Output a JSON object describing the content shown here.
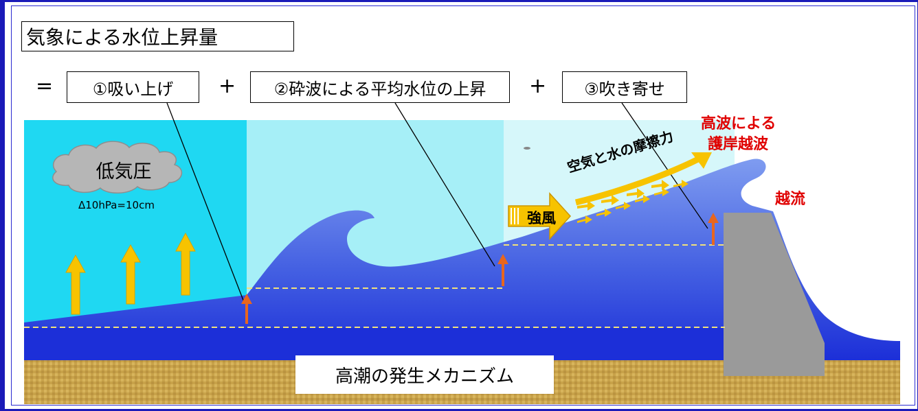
{
  "title": "気象による水位上昇量",
  "equation": {
    "equals": "=",
    "plus": "+",
    "term1": "①吸い上げ",
    "term2": "②砕波による平均水位の上昇",
    "term3": "③吹き寄せ"
  },
  "labels": {
    "low_pressure": "低気圧",
    "pressure_ratio": "Δ10hPa=10cm",
    "strong_wind": "強風",
    "friction": "空気と水の摩擦力",
    "overtopping_line1": "高波による",
    "overtopping_line2": "護岸越波",
    "overflow": "越流"
  },
  "caption": "高潮の発生メカニズム",
  "colors": {
    "frame": "#1a1ab8",
    "zone_low_pressure": "#1fd8f2",
    "zone_wave": "#a6eff7",
    "zone_wind": "#d6f7fa",
    "deep_water": "#1c2fd8",
    "arrow_orange": "#e8661e",
    "arrow_yellow": "#f7c300",
    "label_red": "#e00000",
    "sea_bed": "#c8a24a",
    "seawall": "#9a9a9a"
  }
}
